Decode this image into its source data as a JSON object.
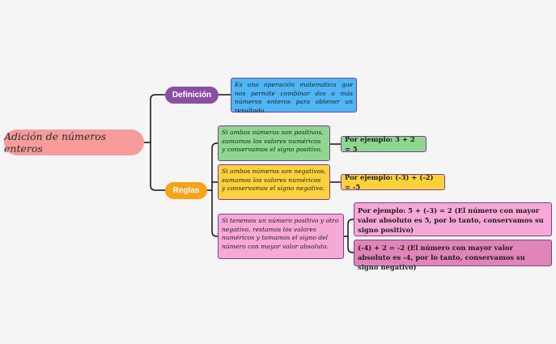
{
  "root": {
    "label": "Adición de números enteros"
  },
  "definicion": {
    "label": "Definición",
    "text": "Es una operación matemática que nos permite combinar dos o más números enteros para obtener un resultado."
  },
  "reglas": {
    "label": "Reglas",
    "rules": [
      {
        "text": "Si ambos números son positivos, sumamos los valores numéricos y conservamos el signo positivo.",
        "examples": [
          "Por ejemplo: 3 + 2 = 5"
        ]
      },
      {
        "text": "Si ambos números son negativos, sumamos los valores numéricos y conservamos el signo negativo.",
        "examples": [
          "Por ejemplo: (-3) + (-2) = -5"
        ]
      },
      {
        "text": "Si tenemos un número positivo y otro negativo, restamos los valores numéricos y tomamos el signo del número con mayor valor absoluto.",
        "examples": [
          "Por ejemplo: 5 + (-3) = 2 (El número con mayor valor absoluto es 5, por lo tanto, conservamos su signo positivo)",
          "(-4) + 2 = -2 (El número con mayor valor absoluto es -4, por lo tanto, conservamos su signo negativo)"
        ]
      }
    ]
  },
  "colors": {
    "line": "#111111",
    "root": "#f79b9b",
    "definicion_pill": "#8a4fa3",
    "reglas_pill": "#f8a21a",
    "definicion_box": "#4fb5f5",
    "rule1_box": "#8dd88e",
    "rule2_box": "#fbd23c",
    "rule3_box": "#f6a8d6",
    "example4_box": "#e184b8",
    "box_border": "#7b3f95"
  }
}
